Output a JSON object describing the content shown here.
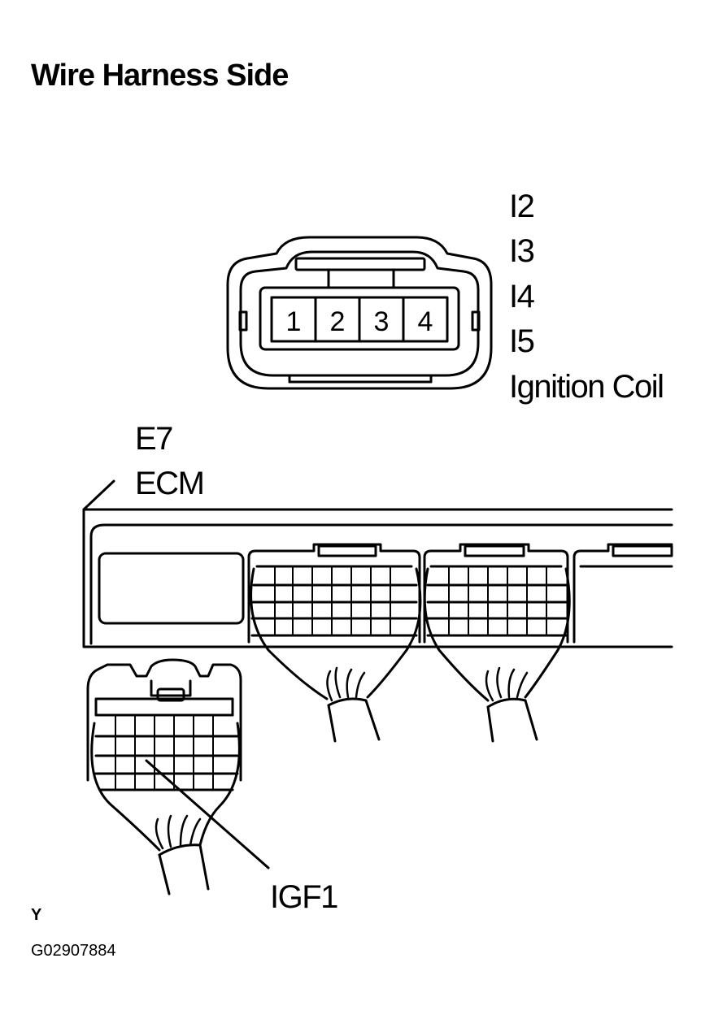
{
  "title": "Wire Harness Side",
  "ignition_coil": {
    "connectors": [
      "I2",
      "I3",
      "I4",
      "I5"
    ],
    "name": "Ignition Coil",
    "pins": [
      "1",
      "2",
      "3",
      "4"
    ]
  },
  "ecm": {
    "connector": "E7",
    "name": "ECM",
    "terminal": "IGF1"
  },
  "footer": {
    "mark": "Y",
    "figure_id": "G02907884"
  }
}
